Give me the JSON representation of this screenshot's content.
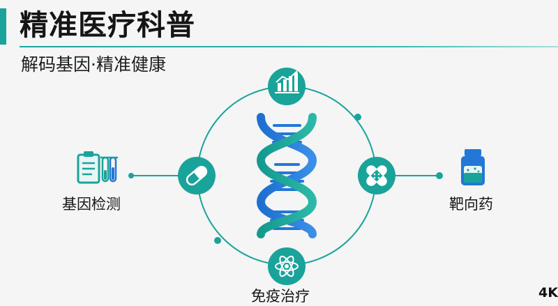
{
  "header": {
    "title": "精准医疗科普",
    "subtitle": "解码基因·精准健康"
  },
  "diagram": {
    "nodes": [
      {
        "id": "gene-testing",
        "label": "基因检测",
        "icon": "clipboard-testtube-icon"
      },
      {
        "id": "targeted-drugs",
        "label": "靶向药",
        "icon": "medicine-bottle-icon"
      },
      {
        "id": "immunotherapy",
        "label": "免疫治疗",
        "icon": "atom-icon"
      }
    ],
    "circle_icons": [
      "bar-chart-icon",
      "pill-capsule-icon",
      "bandage-icon",
      "atom-icon"
    ],
    "center_icon": "dna-helix-icon"
  },
  "watermark": "4K",
  "colors": {
    "accent": "#1aa39a",
    "blue": "#2377d6",
    "background": "#f4f5f4"
  }
}
